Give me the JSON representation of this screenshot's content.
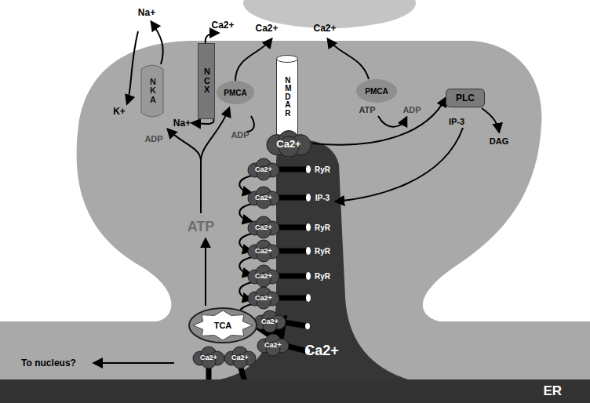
{
  "diagram": {
    "nodes": [
      {
        "text": [
          "NKA"
        ]
      },
      {
        "text": [
          "NCX"
        ]
      },
      {
        "text": [
          "NMDAR"
        ]
      },
      {
        "text": [
          "Ca2+"
        ]
      },
      {
        "text": [
          "PLC"
        ]
      },
      {
        "text": [
          "TCA"
        ]
      },
      {
        "text": [
          "ER"
        ]
      }
    ],
    "edges": [
      {
        "from": 3,
        "to": 4,
        "arrow": "to"
      }
    ],
    "labels": [
      "Na+",
      "Ca2+",
      "Ca2+",
      "Ca2+",
      "K+",
      "Na+",
      "ADP",
      "PMCA",
      "ADP",
      "PMCA",
      "ATP",
      "ADP",
      "IP-3",
      "DAG",
      "RyR",
      "IP-3",
      "RyR",
      "RyR",
      "RyR",
      "ATP",
      "Ca2+",
      "Ca2+",
      "Ca2+",
      "Ca2+",
      "Ca2+",
      "Ca2+",
      "Ca2+",
      "Ca2+",
      "Ca2+",
      "Ca2+",
      "Ca2+",
      "To nucleus?"
    ]
  }
}
